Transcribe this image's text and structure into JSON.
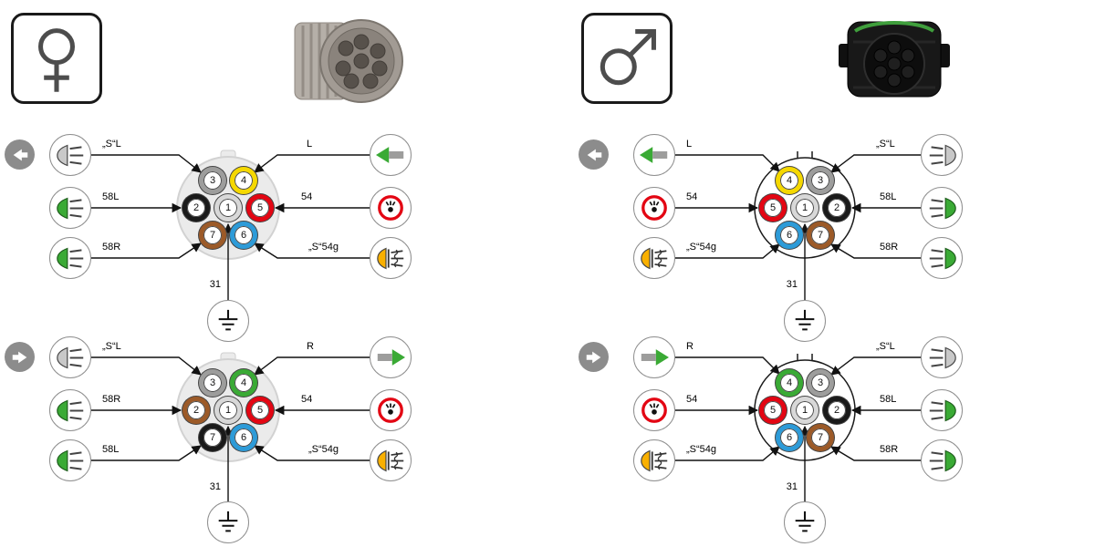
{
  "female_section": {
    "title": "female connector",
    "symbol_icon": "female-gender-icon",
    "photo_icon": "female-round-connector-photo",
    "top_diagram": {
      "badge_direction": "left",
      "rows_left": [
        {
          "icon": "tail-lamp-outline-icon",
          "label": "„S“L"
        },
        {
          "icon": "tail-lamp-green-icon",
          "label": "58L"
        },
        {
          "icon": "tail-lamp-green-icon",
          "label": "58R"
        }
      ],
      "rows_right": [
        {
          "icon": "turn-indicator-left-icon",
          "label": "L"
        },
        {
          "icon": "stop-lamp-icon",
          "label": "54"
        },
        {
          "icon": "rear-fog-lamp-icon",
          "label": "„S“54g"
        }
      ],
      "pins": [
        {
          "number": "3",
          "color": "#9d9d9c"
        },
        {
          "number": "4",
          "color": "#f5d800"
        },
        {
          "number": "2",
          "color": "#1a1a1a"
        },
        {
          "number": "1",
          "color": "#d8d8d8"
        },
        {
          "number": "5",
          "color": "#e30613"
        },
        {
          "number": "7",
          "color": "#9c5a28"
        },
        {
          "number": "6",
          "color": "#2d9bd8"
        }
      ],
      "ground_label": "31",
      "ground_icon": "ground-icon"
    },
    "bottom_diagram": {
      "badge_direction": "right",
      "rows_left": [
        {
          "icon": "tail-lamp-outline-icon",
          "label": "„S“L"
        },
        {
          "icon": "tail-lamp-green-icon",
          "label": "58R"
        },
        {
          "icon": "tail-lamp-green-icon",
          "label": "58L"
        }
      ],
      "rows_right": [
        {
          "icon": "turn-indicator-right-icon",
          "label": "R"
        },
        {
          "icon": "stop-lamp-icon",
          "label": "54"
        },
        {
          "icon": "rear-fog-lamp-icon",
          "label": "„S“54g"
        }
      ],
      "pins": [
        {
          "number": "3",
          "color": "#9d9d9c"
        },
        {
          "number": "4",
          "color": "#3aaa35"
        },
        {
          "number": "2",
          "color": "#9c5a28"
        },
        {
          "number": "1",
          "color": "#d8d8d8"
        },
        {
          "number": "5",
          "color": "#e30613"
        },
        {
          "number": "7",
          "color": "#1a1a1a"
        },
        {
          "number": "6",
          "color": "#2d9bd8"
        }
      ],
      "ground_label": "31",
      "ground_icon": "ground-icon"
    }
  },
  "male_section": {
    "title": "male connector",
    "symbol_icon": "male-gender-icon",
    "photo_icon": "male-round-connector-photo",
    "top_diagram": {
      "badge_direction": "left",
      "rows_left": [
        {
          "icon": "turn-indicator-left-icon",
          "label": "L"
        },
        {
          "icon": "stop-lamp-icon",
          "label": "54"
        },
        {
          "icon": "rear-fog-lamp-icon",
          "label": "„S“54g"
        }
      ],
      "rows_right": [
        {
          "icon": "tail-lamp-outline-icon",
          "label": "„S“L"
        },
        {
          "icon": "tail-lamp-green-icon",
          "label": "58L"
        },
        {
          "icon": "tail-lamp-green-icon",
          "label": "58R"
        }
      ],
      "pins": [
        {
          "number": "4",
          "color": "#f5d800"
        },
        {
          "number": "3",
          "color": "#9d9d9c"
        },
        {
          "number": "5",
          "color": "#e30613"
        },
        {
          "number": "1",
          "color": "#d8d8d8"
        },
        {
          "number": "2",
          "color": "#1a1a1a"
        },
        {
          "number": "6",
          "color": "#2d9bd8"
        },
        {
          "number": "7",
          "color": "#9c5a28"
        }
      ],
      "ground_label": "31",
      "ground_icon": "ground-icon"
    },
    "bottom_diagram": {
      "badge_direction": "right",
      "rows_left": [
        {
          "icon": "turn-indicator-right-icon",
          "label": "R"
        },
        {
          "icon": "stop-lamp-icon",
          "label": "54"
        },
        {
          "icon": "rear-fog-lamp-icon",
          "label": "„S“54g"
        }
      ],
      "rows_right": [
        {
          "icon": "tail-lamp-outline-icon",
          "label": "„S“L"
        },
        {
          "icon": "tail-lamp-green-icon",
          "label": "58L"
        },
        {
          "icon": "tail-lamp-green-icon",
          "label": "58R"
        }
      ],
      "pins": [
        {
          "number": "4",
          "color": "#3aaa35"
        },
        {
          "number": "3",
          "color": "#9d9d9c"
        },
        {
          "number": "5",
          "color": "#e30613"
        },
        {
          "number": "1",
          "color": "#d8d8d8"
        },
        {
          "number": "2",
          "color": "#1a1a1a"
        },
        {
          "number": "6",
          "color": "#2d9bd8"
        },
        {
          "number": "7",
          "color": "#9c5a28"
        }
      ],
      "ground_label": "31",
      "ground_icon": "ground-icon"
    }
  },
  "colors": {
    "accent_green": "#3aaa35",
    "accent_amber": "#f9b000",
    "accent_red": "#e30613",
    "badge_gray": "#8c8c8c"
  }
}
